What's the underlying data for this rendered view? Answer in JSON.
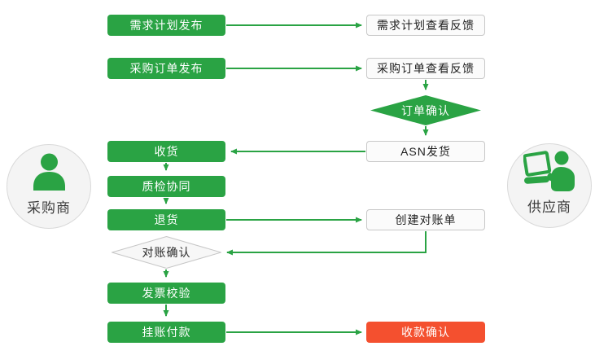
{
  "diagram": {
    "title": "procurement-collaboration-flow",
    "colors": {
      "green": "#2aa344",
      "red": "#f4502f",
      "outline_border": "#c8c8c8",
      "outline_bg": "#fbfbfb",
      "diamond_white_bg": "#f7f7f7",
      "circle_bg": "#f4f4f4",
      "text_dark": "#2a2a2a",
      "text_light": "#ffffff"
    },
    "actors": {
      "buyer": {
        "label": "采购商",
        "icon": "person-icon"
      },
      "supplier": {
        "label": "供应商",
        "icon": "person-laptop-icon"
      }
    },
    "nodes": {
      "demand_plan_publish": {
        "label": "需求计划发布",
        "type": "process",
        "style": "green"
      },
      "demand_plan_feedback": {
        "label": "需求计划查看反馈",
        "type": "process",
        "style": "outline"
      },
      "po_publish": {
        "label": "采购订单发布",
        "type": "process",
        "style": "green"
      },
      "po_feedback": {
        "label": "采购订单查看反馈",
        "type": "process",
        "style": "outline"
      },
      "order_confirm": {
        "label": "订单确认",
        "type": "decision",
        "style": "green"
      },
      "asn_ship": {
        "label": "ASN发货",
        "type": "process",
        "style": "outline"
      },
      "receive": {
        "label": "收货",
        "type": "process",
        "style": "green"
      },
      "quality_collab": {
        "label": "质检协同",
        "type": "process",
        "style": "green"
      },
      "return_goods": {
        "label": "退货",
        "type": "process",
        "style": "green"
      },
      "create_statement": {
        "label": "创建对账单",
        "type": "process",
        "style": "outline"
      },
      "statement_confirm": {
        "label": "对账确认",
        "type": "decision",
        "style": "outline"
      },
      "invoice_verify": {
        "label": "发票校验",
        "type": "process",
        "style": "green"
      },
      "book_payment": {
        "label": "挂账付款",
        "type": "process",
        "style": "green"
      },
      "receipt_confirm": {
        "label": "收款确认",
        "type": "process",
        "style": "red"
      }
    },
    "edges": [
      {
        "from": "demand_plan_publish",
        "to": "demand_plan_feedback"
      },
      {
        "from": "po_publish",
        "to": "po_feedback"
      },
      {
        "from": "po_feedback",
        "to": "order_confirm"
      },
      {
        "from": "order_confirm",
        "to": "asn_ship"
      },
      {
        "from": "asn_ship",
        "to": "receive"
      },
      {
        "from": "receive",
        "to": "quality_collab"
      },
      {
        "from": "quality_collab",
        "to": "return_goods"
      },
      {
        "from": "return_goods",
        "to": "create_statement"
      },
      {
        "from": "create_statement",
        "to": "statement_confirm"
      },
      {
        "from": "statement_confirm",
        "to": "invoice_verify"
      },
      {
        "from": "invoice_verify",
        "to": "book_payment"
      },
      {
        "from": "book_payment",
        "to": "receipt_confirm"
      }
    ]
  }
}
